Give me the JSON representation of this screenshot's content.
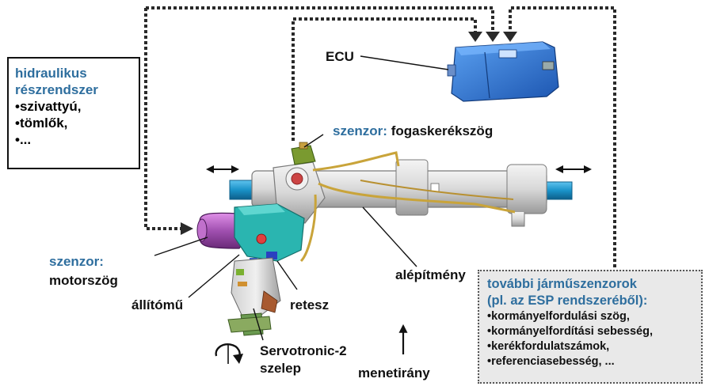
{
  "colors": {
    "accent_blue": "#2e6e9e",
    "ecu_blue": "#2a6fd0",
    "rack_blue": "#1a92c8",
    "motor_purple": "#a050b0",
    "valve_teal": "#2ab5b0"
  },
  "icons": [
    "double-arrow-icon",
    "rotation-arrow-icon",
    "up-arrow-icon",
    "signal-arrow-icon"
  ],
  "labels": {
    "ecu": "ECU",
    "sensor_prefix": "szenzor:",
    "gear_angle": "fogaskerékszög",
    "motor_angle": "motorszög",
    "actuator": "állítómű",
    "latch": "retesz",
    "substructure": "alépítmény",
    "valve_line1": "Servotronic-2",
    "valve_line2": "szelep",
    "direction": "menetirány"
  },
  "hydraulic_box": {
    "title_line1": "hidraulikus",
    "title_line2": "részrendszer",
    "items": [
      "•szivattyú,",
      "•tömlők,",
      "•..."
    ]
  },
  "sensors_box": {
    "title_line1": "további járműszenzorok",
    "title_line2": "(pl. az ESP rendszeréből):",
    "items": [
      "•kormányelfordulási szög,",
      "•kormányelfordítási sebesség,",
      "•kerékfordulatszámok,",
      "•referenciasebesség, ..."
    ]
  }
}
